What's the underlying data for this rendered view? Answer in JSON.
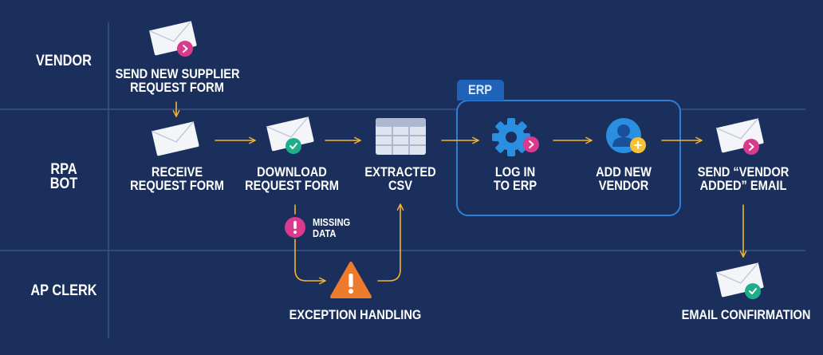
{
  "lanes": [
    {
      "line1": "VENDOR",
      "line2": ""
    },
    {
      "line1": "RPA",
      "line2": "BOT"
    },
    {
      "line1": "AP CLERK",
      "line2": ""
    }
  ],
  "erp": {
    "tab_label": "ERP"
  },
  "nodes": {
    "send_request": {
      "line1": "SEND NEW SUPPLIER",
      "line2": "REQUEST FORM",
      "icon": "envelope-arrow-icon"
    },
    "receive": {
      "line1": "RECEIVE",
      "line2": "REQUEST FORM",
      "icon": "envelope-icon"
    },
    "download": {
      "line1": "DOWNLOAD",
      "line2": "REQUEST FORM",
      "icon": "envelope-check-icon"
    },
    "extracted": {
      "line1": "EXTRACTED",
      "line2": "CSV",
      "icon": "spreadsheet-icon"
    },
    "login": {
      "line1": "LOG IN",
      "line2": "TO ERP",
      "icon": "gear-arrow-icon"
    },
    "add_vendor": {
      "line1": "ADD NEW",
      "line2": "VENDOR",
      "icon": "user-plus-icon"
    },
    "send_email": {
      "line1": "SEND “VENDOR",
      "line2": "ADDED” EMAIL",
      "icon": "envelope-arrow-icon"
    },
    "exception": {
      "line1": "EXCEPTION HANDLING",
      "line2": "",
      "icon": "warning-icon"
    },
    "confirmation": {
      "line1": "EMAIL CONFIRMATION",
      "line2": "",
      "icon": "envelope-check-icon"
    }
  },
  "missing_note": {
    "line1": "MISSING",
    "line2": "DATA",
    "icon": "exclamation-icon"
  },
  "colors": {
    "background": "#1a2f5c",
    "divider": "#3b5284",
    "arrow": "#f2b531",
    "erp_border": "#2f7fd6",
    "erp_tab": "#1e63b8",
    "envelope": "#f3f5f9",
    "pink": "#d93a8c",
    "teal": "#1fae8c",
    "orange": "#ee7b2d",
    "blue_icon": "#2a8fe0",
    "user_badge": "#f6c234"
  }
}
